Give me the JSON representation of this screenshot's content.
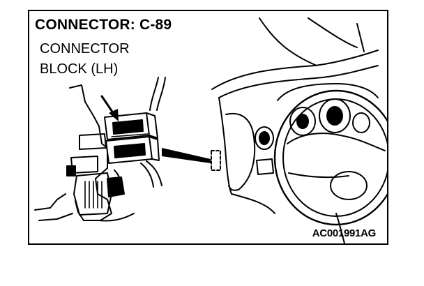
{
  "figure": {
    "title": "CONNECTOR: C-89",
    "location_label": [
      "CONNECTOR",
      "BLOCK (LH)"
    ],
    "figure_code": "AC001991AG"
  },
  "illustration": {
    "inset": "connector-block-close-up",
    "overview": "dashboard-left-side-with-steering-wheel",
    "indicators": [
      "pointer-arrow",
      "location-callout-wedge",
      "dashed-location-box"
    ],
    "line_color": "#000000",
    "background_color": "#ffffff"
  }
}
